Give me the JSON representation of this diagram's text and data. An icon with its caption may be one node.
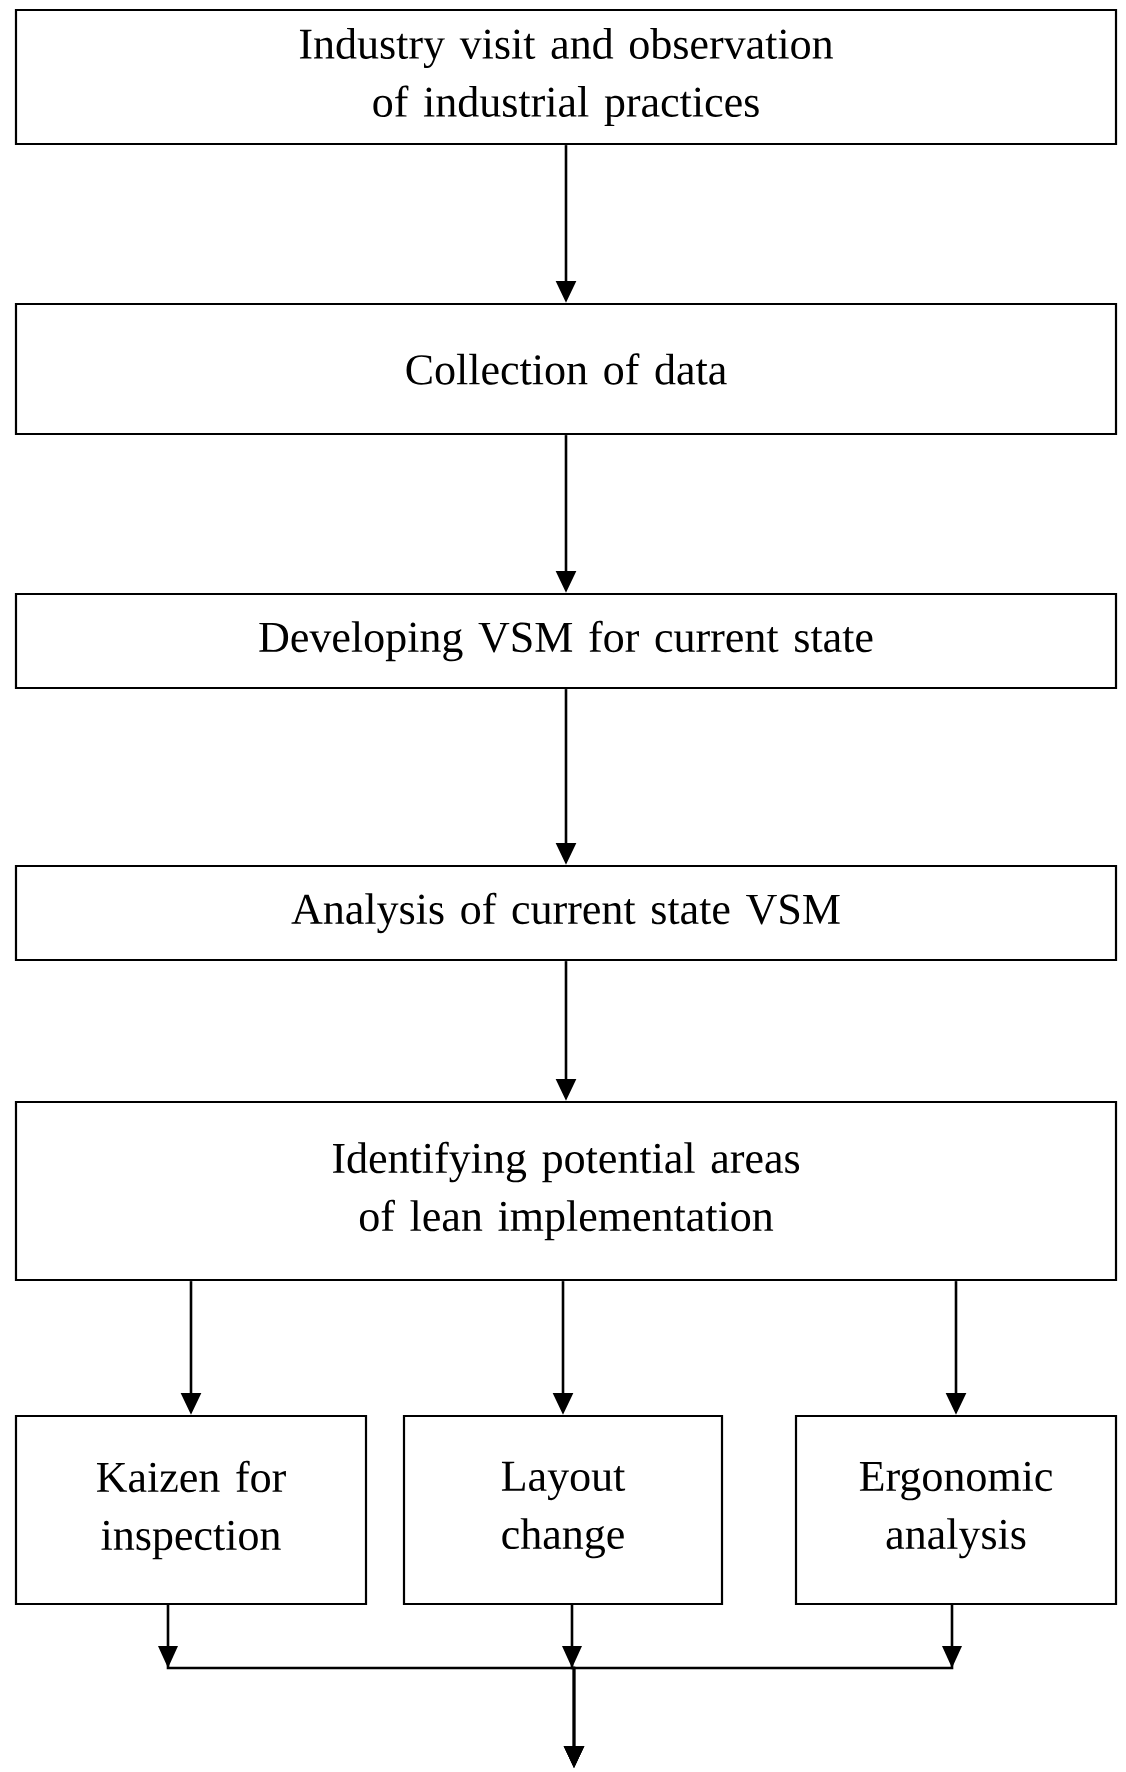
{
  "diagram": {
    "nodes": [
      {
        "text": [
          "Industry visit and observation of industrial practices"
        ]
      },
      {
        "text": [
          "Collection of data"
        ]
      },
      {
        "text": [
          "Developing VSM for current state"
        ]
      },
      {
        "text": [
          "Analysis of current state VSM"
        ]
      },
      {
        "text": [
          "Identifying potential areas of lean implementation"
        ]
      },
      {
        "text": [
          "Kaizen for inspection"
        ]
      },
      {
        "text": [
          "Layout change"
        ]
      },
      {
        "text": [
          "Ergonomic analysis"
        ]
      }
    ],
    "edges": [
      {
        "from": 0,
        "to": 1,
        "arrow": "to"
      },
      {
        "from": 1,
        "to": 2,
        "arrow": "to"
      },
      {
        "from": 2,
        "to": 3,
        "arrow": "to"
      },
      {
        "from": 3,
        "to": 4,
        "arrow": "to"
      },
      {
        "from": 4,
        "to": 5,
        "arrow": "to"
      },
      {
        "from": 4,
        "to": 6,
        "arrow": "to"
      },
      {
        "from": 4,
        "to": 7,
        "arrow": "to"
      },
      {
        "from": 5,
        "to": null,
        "arrow": "to"
      },
      {
        "from": 6,
        "to": null,
        "arrow": "to"
      },
      {
        "from": 7,
        "to": null,
        "arrow": "to"
      }
    ]
  }
}
